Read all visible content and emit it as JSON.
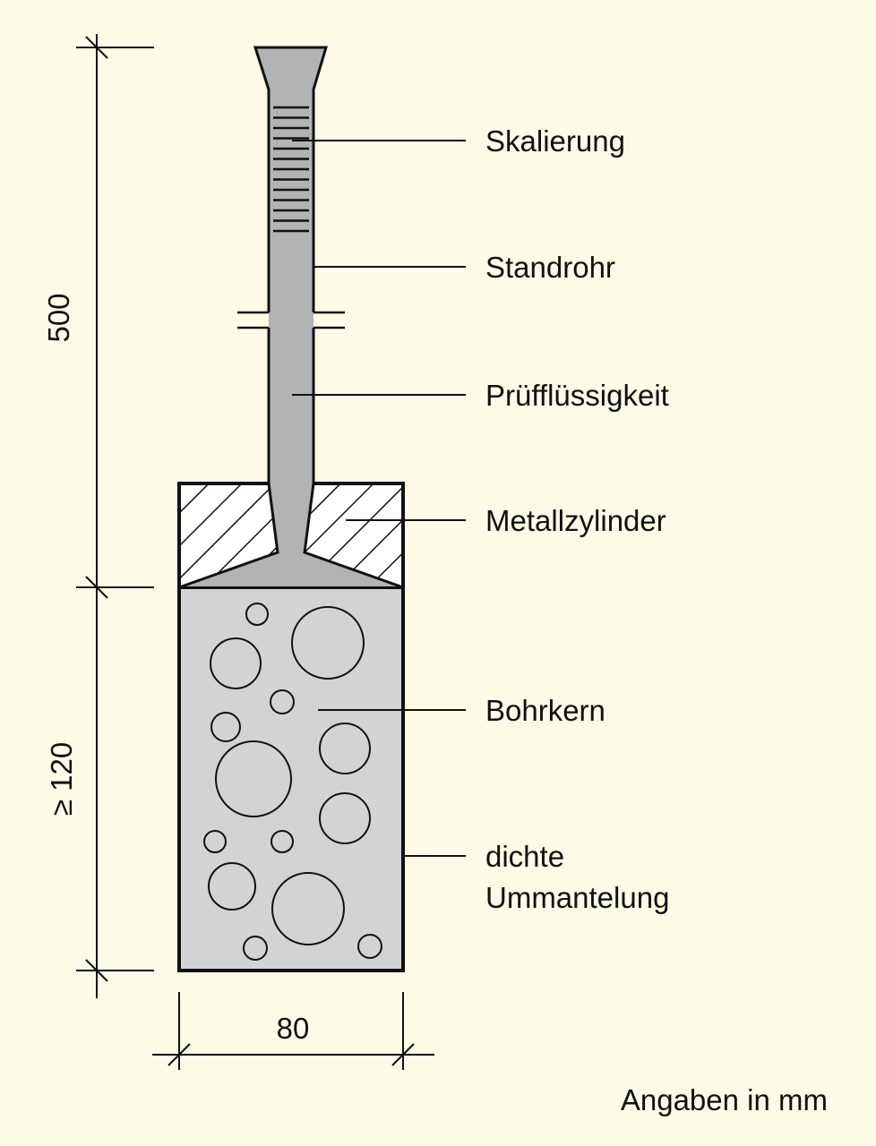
{
  "labels": {
    "scale": "Skalierung",
    "standpipe": "Standrohr",
    "test_fluid": "Prüfflüssigkeit",
    "metal_cylinder": "Metallzylinder",
    "core": "Bohrkern",
    "sealing_line1": "dichte",
    "sealing_line2": "Ummantelung"
  },
  "dimensions": {
    "height_upper": "500",
    "height_lower": "≥ 120",
    "width": "80",
    "units_note": "Angaben in mm"
  },
  "colors": {
    "background": "#fdfae6",
    "tube": "#b2b3b5",
    "core": "#d2d3d5"
  }
}
